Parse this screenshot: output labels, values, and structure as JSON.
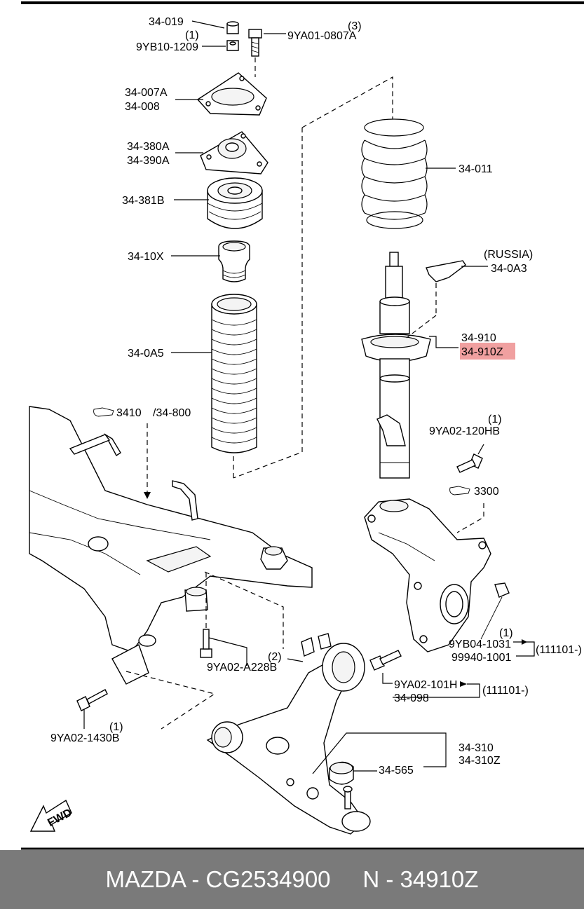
{
  "labels": {
    "p34_019": "34-019",
    "q1a": "(1)",
    "p9yb10": "9YB10-1209",
    "q3": "(3)",
    "p9ya01": "9YA01-0807A",
    "p34_007a": "34-007A",
    "p34_008": "34-008",
    "p34_380a": "34-380A",
    "p34_390a": "34-390A",
    "p34_381b": "34-381B",
    "p34_10x": "34-10X",
    "p34_0a5": "34-0A5",
    "p34_011": "34-011",
    "russia": "(RUSSIA)",
    "p34_0a3": "34-0A3",
    "p34_910": "34-910",
    "p34_910z": "34-910Z",
    "ref3410": "3410",
    "ref34_800": "/34-800",
    "q1b": "(1)",
    "p9ya02_120": "9YA02-120HB",
    "ref3300": "3300",
    "q1c": "(1)",
    "p9yb04": "9YB04-1031",
    "p99940": "99940-1001",
    "range1": "(111101-)",
    "q2": "(2)",
    "p9ya02_a228": "9YA02-A228B",
    "p9ya02_101": "9YA02-101H",
    "p34_098": "34-098",
    "range2": "(111101-)",
    "q1d": "(1)",
    "p9ya02_1430": "9YA02-1430B",
    "p34_310": "34-310",
    "p34_310z": "34-310Z",
    "p34_565": "34-565",
    "fwd": "FWD"
  },
  "highlight_color": "#f0a0a0",
  "footer": {
    "brand": "MAZDA",
    "part_no": "CG2534900",
    "ref": "N - 34910Z",
    "text": "MAZDA - CG2534900     N - 34910Z"
  }
}
